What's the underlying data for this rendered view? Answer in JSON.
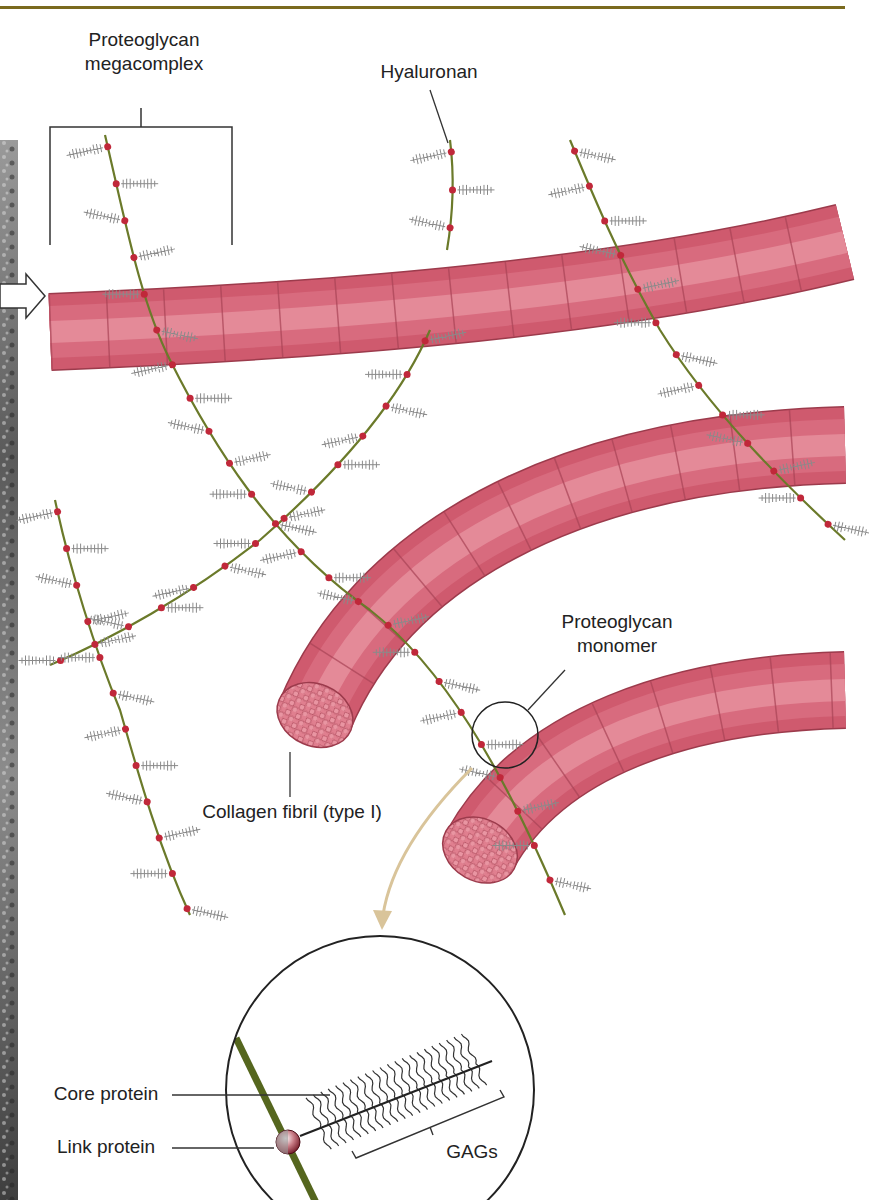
{
  "diagram": {
    "labels": [
      "Proteoglycan megacomplex",
      "Hyaluronan",
      "Proteoglycan monomer",
      "Collagen fibril (type I)",
      "Core protein",
      "Link protein",
      "GAGs"
    ]
  }
}
